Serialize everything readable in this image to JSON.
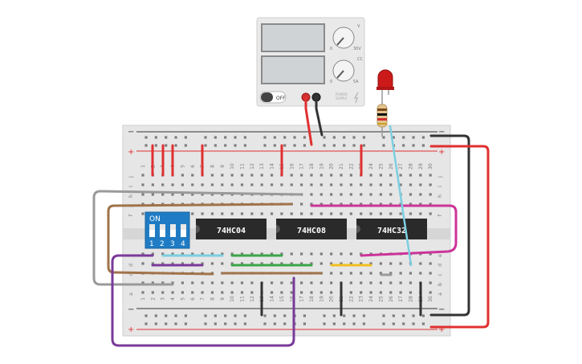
{
  "power_supply": {
    "switch_label": "OFF",
    "knob_v_label": "V",
    "knob_c_label": "CC",
    "knob_v_max": "30V",
    "knob_c_max": "5A",
    "knob_min": "0",
    "brand_line1": "POWER",
    "brand_line2": "SUPPLY"
  },
  "chips": [
    {
      "label": "74HC04"
    },
    {
      "label": "74HC08"
    },
    {
      "label": "74HC32"
    }
  ],
  "dip_switch": {
    "on_label": "ON",
    "numbers": [
      "1",
      "2",
      "3",
      "4"
    ]
  },
  "breadboard": {
    "columns": [
      "1",
      "2",
      "3",
      "4",
      "5",
      "6",
      "7",
      "8",
      "9",
      "10",
      "11",
      "12",
      "13",
      "14",
      "15",
      "16",
      "17",
      "18",
      "19",
      "20",
      "21",
      "22",
      "23",
      "24",
      "25",
      "26",
      "27",
      "28",
      "29",
      "30"
    ],
    "rows_top": [
      "j",
      "i",
      "h",
      "g",
      "f"
    ],
    "rows_bottom": [
      "e",
      "d",
      "c",
      "b",
      "a"
    ],
    "rail_minus": "−",
    "rail_plus": "+"
  },
  "colors": {
    "red_wire": "#e03030",
    "black_wire": "#333333",
    "gray_wire": "#9a9a9a",
    "brown_wire": "#a0734a",
    "purple_wire": "#7a3a9a",
    "magenta_wire": "#cc3399",
    "cyan_wire": "#7ccfe0",
    "green_wire": "#3aa648",
    "yellow_wire": "#f0c020",
    "dip_blue": "#1f7cc4",
    "led_red": "#cc1a1a"
  }
}
